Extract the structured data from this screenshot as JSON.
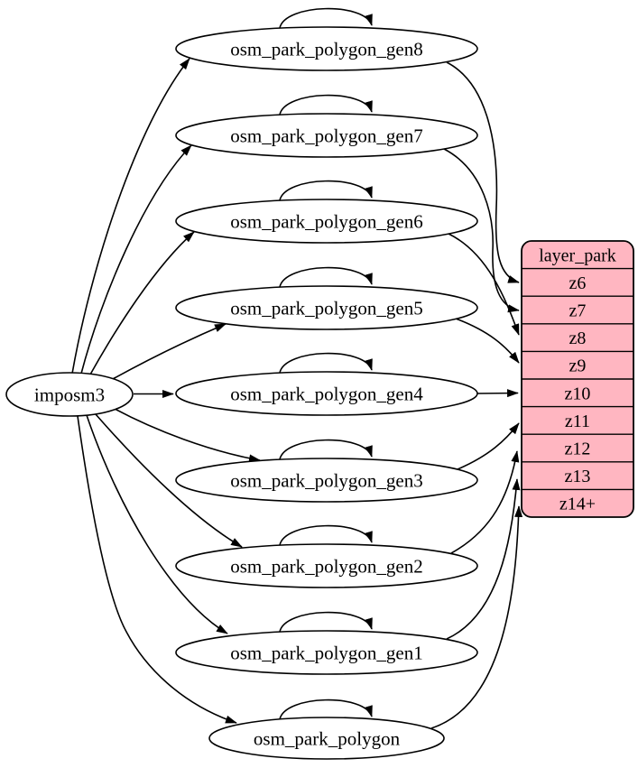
{
  "diagram": {
    "kind": "etl-graph",
    "source": {
      "label": "imposm3"
    },
    "tables": [
      {
        "label": "osm_park_polygon_gen8",
        "maps_to": "z6"
      },
      {
        "label": "osm_park_polygon_gen7",
        "maps_to": "z7"
      },
      {
        "label": "osm_park_polygon_gen6",
        "maps_to": "z8"
      },
      {
        "label": "osm_park_polygon_gen5",
        "maps_to": "z9"
      },
      {
        "label": "osm_park_polygon_gen4",
        "maps_to": "z10"
      },
      {
        "label": "osm_park_polygon_gen3",
        "maps_to": "z11"
      },
      {
        "label": "osm_park_polygon_gen2",
        "maps_to": "z12"
      },
      {
        "label": "osm_park_polygon_gen1",
        "maps_to": "z13"
      },
      {
        "label": "osm_park_polygon",
        "maps_to": "z14+"
      }
    ],
    "layer": {
      "title": "layer_park",
      "zoom_rows": [
        "z6",
        "z7",
        "z8",
        "z9",
        "z10",
        "z11",
        "z12",
        "z13",
        "z14+"
      ]
    },
    "colors": {
      "layer_fill": "#ffb6c1",
      "node_fill": "#ffffff",
      "edge_stroke": "#000000"
    }
  }
}
